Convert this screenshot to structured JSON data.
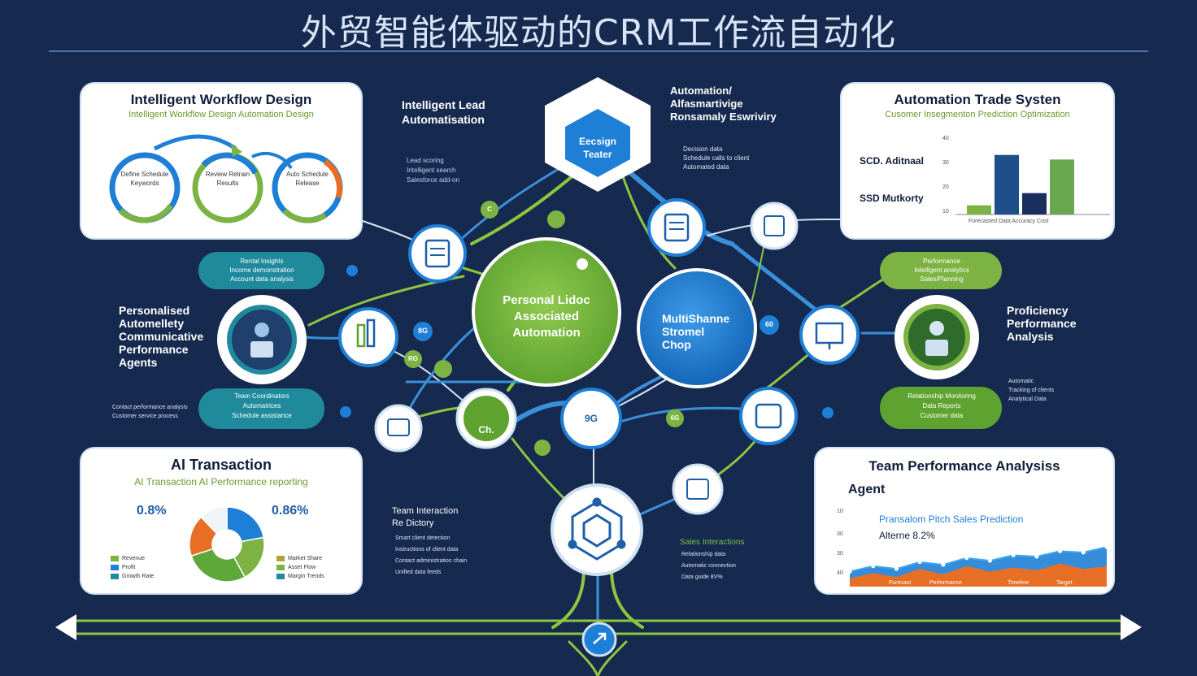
{
  "header": {
    "title": "外贸智能体驱动的CRM工作流自动化"
  },
  "cards": {
    "workflow": {
      "title": "Intelligent Workflow Design",
      "subtitle": "Intelligent Workflow Design Automation Design",
      "loop_labels": [
        "Define Schedule Keywords",
        "Review Retrain Results",
        "Auto Schedule Release"
      ]
    },
    "trade": {
      "title": "Automation Trade  Systen",
      "subtitle": "Cusomer Insegmenton Prediction Optimization",
      "rows": [
        "SCD. Aditnaal",
        "SSD Mutkorty"
      ],
      "axis": [
        "40",
        "30",
        "20",
        "10"
      ],
      "bars": [
        0.12,
        0.78,
        0.28,
        0.72
      ],
      "bar_colors": [
        "#7cb342",
        "#1e4f8a",
        "#1a2f5e",
        "#6aa84f"
      ],
      "footer": "Forecasted Data Accuracy Cost"
    },
    "transaction": {
      "title": "AI Transaction",
      "subtitle": "AI Transaction AI Performance reporting",
      "left_value": "0.8%",
      "right_value": "0.86%",
      "legend_left": [
        "Revenue",
        "Profit",
        "Growth Rate"
      ],
      "legend_right": [
        "Market Share",
        "Asset Flow",
        "Margin Trends"
      ],
      "slices": [
        0.22,
        0.2,
        0.28,
        0.18,
        0.12
      ],
      "slice_colors": [
        "#1e7fd6",
        "#7cb342",
        "#5ea83a",
        "#e76f25",
        "#f0f4f8"
      ]
    },
    "team": {
      "title": "Team Performance Analysiss",
      "agent_label": "Agent",
      "series_label": "Pransalom Pitch Sales Prediction",
      "value_label": "Alterne 8.2%",
      "axis": [
        "10",
        "30",
        "30",
        "40"
      ],
      "footer": [
        "Forecast",
        "Performance",
        "Timeline",
        "Target"
      ],
      "blue_series": [
        0.22,
        0.3,
        0.26,
        0.36,
        0.32,
        0.42,
        0.38,
        0.46,
        0.44,
        0.52,
        0.5,
        0.58
      ],
      "orange_series": [
        0.12,
        0.2,
        0.14,
        0.26,
        0.18,
        0.3,
        0.22,
        0.28,
        0.24,
        0.34,
        0.26,
        0.3
      ]
    }
  },
  "labels": {
    "lead_title": "Intelligent Lead\nAutomatisation",
    "lead_small": "Lead scoring\nIntelligent search\nSalesforce add-on",
    "right_top": "Automation/\nAlfasmartivige\nRonsamaly Eswriviry",
    "right_top_small": "Decision data\nSchedule calls to client\nAutomated data",
    "left_mid": "Personalised\nAutomellety\nCommunicative\nPerformance\nAgents",
    "left_mid_small": "Contact performance analysis\nCustomer service process",
    "right_mid": "Proficiency\nPerformance\nAnalysis",
    "right_mid_small": "Automatic\nTracking of clients\nAnalytical Data",
    "left_pill_top": "Rental Insights\nIncome demonstration\nAccount data analysis",
    "left_pill_bottom": "Team Coordinators\nAutomatrices\nSchedule assistance",
    "right_pill_top": "Performance\nIntelligent analytics\nSales/Planning",
    "right_pill_bottom": "Relationship Monitoring\nData Reports\nCustomer data",
    "bottom_mid": "Team Interaction\nRe Dictory",
    "bottom_mid_small": "Smart client detection\nInstructions of client data\nContact administration chain\nUnified data feeds",
    "bottom_right": "Sales Interactions",
    "bottom_right_small": "Relationship data\nAutomatic connection\nData guide 8V%"
  },
  "nodes": {
    "hex": "Eecsign\nTeater",
    "green": "Personal Lidoc\nAssociated\nAutomation",
    "blue": "MultiShanne\nStromel\nChop",
    "mini_green": "Ch.",
    "mini_plain": "9G",
    "badges": [
      "60",
      "8G",
      "RG",
      "6G",
      "C"
    ]
  },
  "colors": {
    "background": "#16294f",
    "green": "#7cb342",
    "blue": "#1e7fd6",
    "teal": "#1f8a9c",
    "line_green": "#8cc63f",
    "line_blue": "#3a8fd9"
  }
}
